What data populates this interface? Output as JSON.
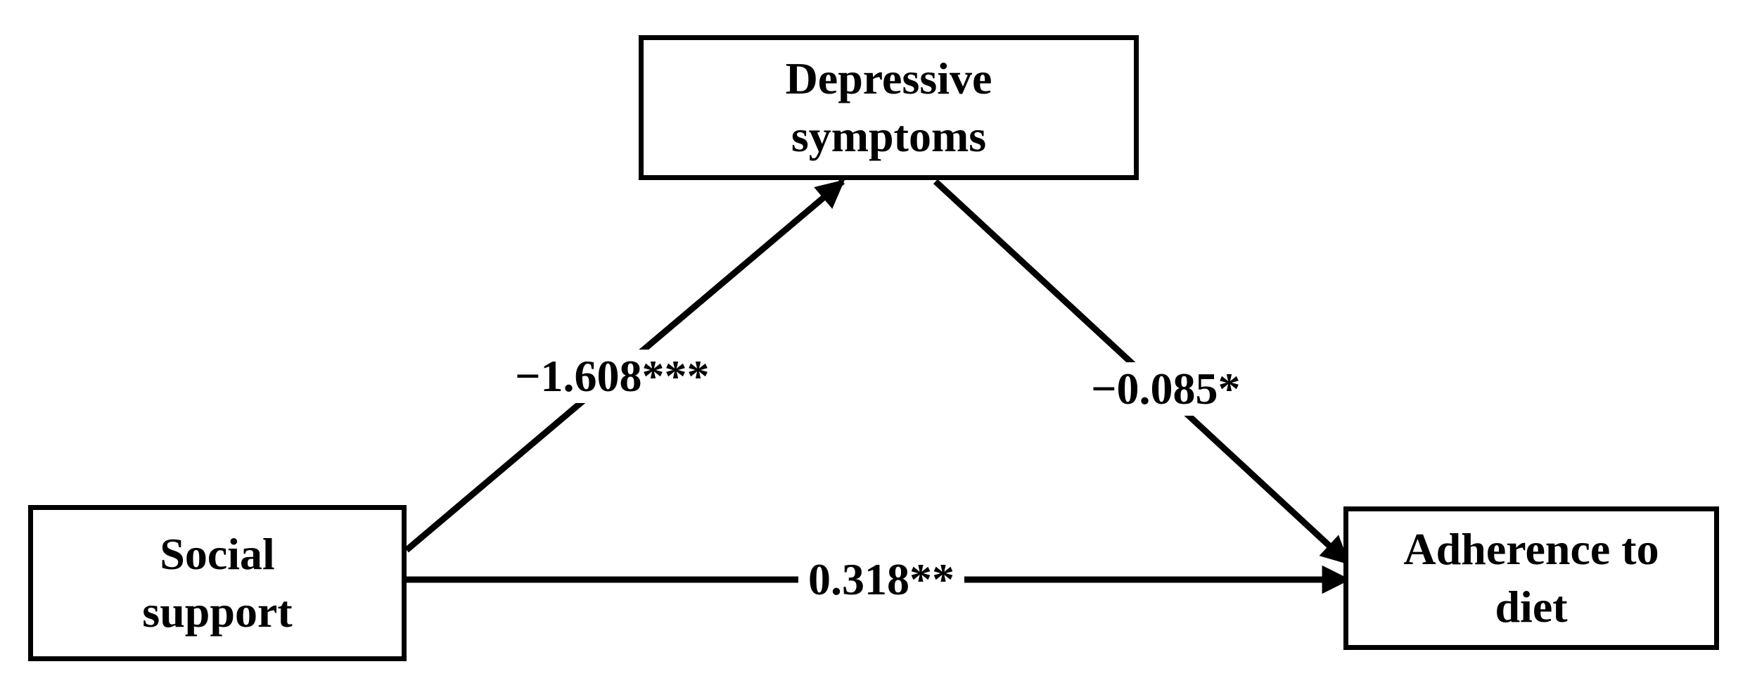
{
  "nodes": {
    "depressive_symptoms": {
      "lines": [
        "Depressive",
        "symptoms"
      ]
    },
    "social_support": {
      "lines": [
        "Social",
        "support"
      ]
    },
    "adherence_to_diet": {
      "lines": [
        "Adherence to",
        "diet"
      ]
    }
  },
  "paths": {
    "social_to_depressive": {
      "coefficient": "−1.608***"
    },
    "depressive_to_adherence": {
      "coefficient": "−0.085*"
    },
    "social_to_adherence": {
      "coefficient": "0.318**"
    }
  },
  "colors": {
    "stroke": "#000000",
    "background": "#ffffff"
  }
}
